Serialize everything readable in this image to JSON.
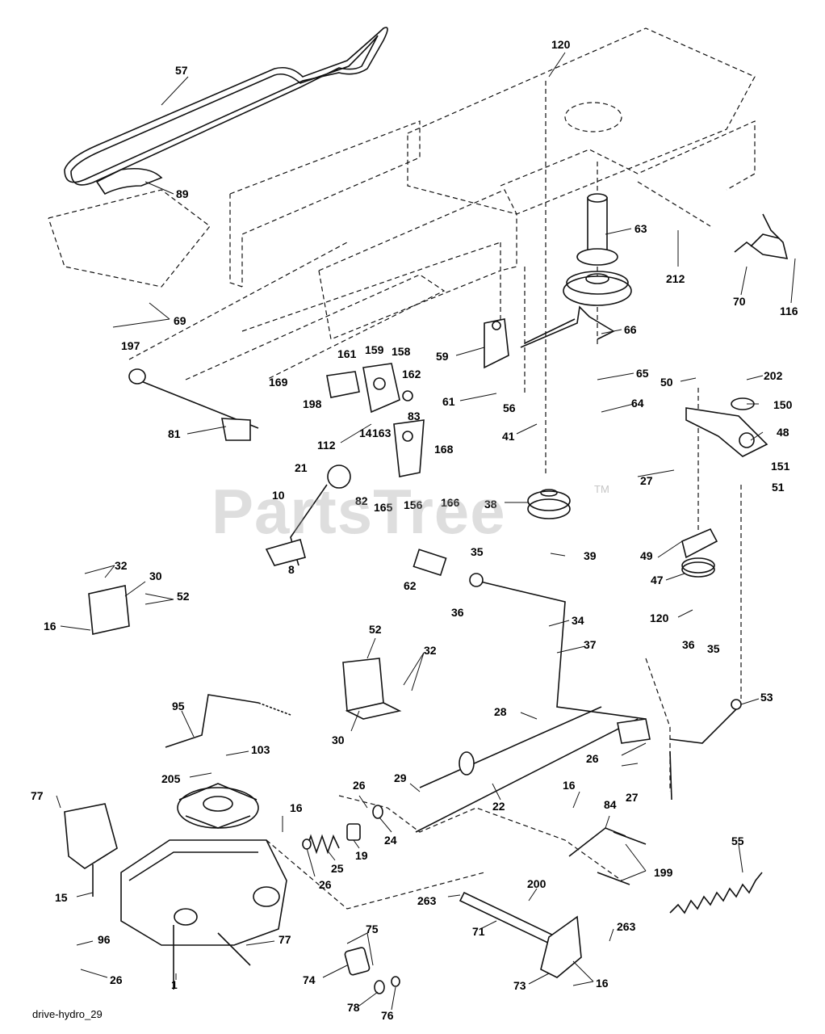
{
  "diagram": {
    "watermark": "PartsTree",
    "watermark_tm": "TM",
    "caption": "drive-hydro_29",
    "callouts": [
      {
        "id": "57",
        "label": "57"
      },
      {
        "id": "120a",
        "label": "120"
      },
      {
        "id": "89",
        "label": "89"
      },
      {
        "id": "63",
        "label": "63"
      },
      {
        "id": "212",
        "label": "212"
      },
      {
        "id": "70",
        "label": "70"
      },
      {
        "id": "116",
        "label": "116"
      },
      {
        "id": "69",
        "label": "69"
      },
      {
        "id": "197",
        "label": "197"
      },
      {
        "id": "66",
        "label": "66"
      },
      {
        "id": "161",
        "label": "161"
      },
      {
        "id": "159",
        "label": "159"
      },
      {
        "id": "158",
        "label": "158"
      },
      {
        "id": "59",
        "label": "59"
      },
      {
        "id": "169",
        "label": "169"
      },
      {
        "id": "162",
        "label": "162"
      },
      {
        "id": "198",
        "label": "198"
      },
      {
        "id": "65",
        "label": "65"
      },
      {
        "id": "50",
        "label": "50"
      },
      {
        "id": "202",
        "label": "202"
      },
      {
        "id": "150",
        "label": "150"
      },
      {
        "id": "61",
        "label": "61"
      },
      {
        "id": "56",
        "label": "56"
      },
      {
        "id": "64",
        "label": "64"
      },
      {
        "id": "81",
        "label": "81"
      },
      {
        "id": "14",
        "label": "14"
      },
      {
        "id": "83",
        "label": "83"
      },
      {
        "id": "48",
        "label": "48"
      },
      {
        "id": "112",
        "label": "112"
      },
      {
        "id": "163",
        "label": "163"
      },
      {
        "id": "41",
        "label": "41"
      },
      {
        "id": "168",
        "label": "168"
      },
      {
        "id": "21",
        "label": "21"
      },
      {
        "id": "151",
        "label": "151"
      },
      {
        "id": "27a",
        "label": "27"
      },
      {
        "id": "51",
        "label": "51"
      },
      {
        "id": "10",
        "label": "10"
      },
      {
        "id": "82",
        "label": "82"
      },
      {
        "id": "165",
        "label": "165"
      },
      {
        "id": "156",
        "label": "156"
      },
      {
        "id": "166",
        "label": "166"
      },
      {
        "id": "38",
        "label": "38"
      },
      {
        "id": "49",
        "label": "49"
      },
      {
        "id": "39",
        "label": "39"
      },
      {
        "id": "35a",
        "label": "35"
      },
      {
        "id": "8",
        "label": "8"
      },
      {
        "id": "47",
        "label": "47"
      },
      {
        "id": "32a",
        "label": "32"
      },
      {
        "id": "62",
        "label": "62"
      },
      {
        "id": "30a",
        "label": "30"
      },
      {
        "id": "36a",
        "label": "36"
      },
      {
        "id": "52a",
        "label": "52"
      },
      {
        "id": "120b",
        "label": "120"
      },
      {
        "id": "34",
        "label": "34"
      },
      {
        "id": "16a",
        "label": "16"
      },
      {
        "id": "37",
        "label": "37"
      },
      {
        "id": "52b",
        "label": "52"
      },
      {
        "id": "36b",
        "label": "36"
      },
      {
        "id": "35b",
        "label": "35"
      },
      {
        "id": "32b",
        "label": "32"
      },
      {
        "id": "53",
        "label": "53"
      },
      {
        "id": "95",
        "label": "95"
      },
      {
        "id": "28",
        "label": "28"
      },
      {
        "id": "30b",
        "label": "30"
      },
      {
        "id": "103",
        "label": "103"
      },
      {
        "id": "26a",
        "label": "26"
      },
      {
        "id": "205",
        "label": "205"
      },
      {
        "id": "29",
        "label": "29"
      },
      {
        "id": "27b",
        "label": "27"
      },
      {
        "id": "22",
        "label": "22"
      },
      {
        "id": "26b",
        "label": "26"
      },
      {
        "id": "16b",
        "label": "16"
      },
      {
        "id": "84",
        "label": "84"
      },
      {
        "id": "77a",
        "label": "77"
      },
      {
        "id": "16c",
        "label": "16"
      },
      {
        "id": "24",
        "label": "24"
      },
      {
        "id": "55",
        "label": "55"
      },
      {
        "id": "19",
        "label": "19"
      },
      {
        "id": "25",
        "label": "25"
      },
      {
        "id": "26c",
        "label": "26"
      },
      {
        "id": "199",
        "label": "199"
      },
      {
        "id": "15",
        "label": "15"
      },
      {
        "id": "200",
        "label": "200"
      },
      {
        "id": "263a",
        "label": "263"
      },
      {
        "id": "263b",
        "label": "263"
      },
      {
        "id": "96",
        "label": "96"
      },
      {
        "id": "71",
        "label": "71"
      },
      {
        "id": "77b",
        "label": "77"
      },
      {
        "id": "75",
        "label": "75"
      },
      {
        "id": "26d",
        "label": "26"
      },
      {
        "id": "1",
        "label": "1"
      },
      {
        "id": "74",
        "label": "74"
      },
      {
        "id": "73",
        "label": "73"
      },
      {
        "id": "16d",
        "label": "16"
      },
      {
        "id": "78",
        "label": "78"
      },
      {
        "id": "76",
        "label": "76"
      }
    ]
  }
}
